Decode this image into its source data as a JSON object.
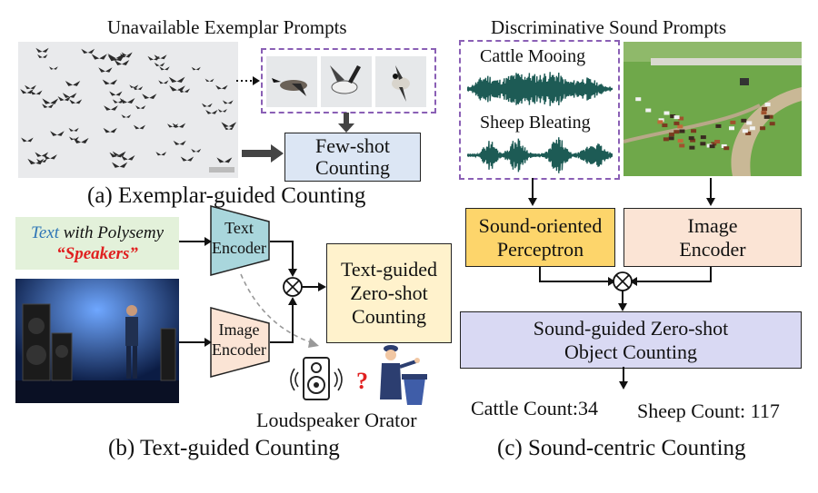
{
  "panel_a": {
    "title": "Unavailable Exemplar Prompts",
    "process_line1": "Few-shot",
    "process_line2": "Counting",
    "caption": "(a) Exemplar-guided Counting"
  },
  "panel_b": {
    "text_prompt_word1": "Text",
    "text_prompt_rest": " with Polysemy",
    "text_prompt_quote": "“Speakers”",
    "text_encoder_line1": "Text",
    "text_encoder_line2": "Encoder",
    "image_encoder_line1": "Image",
    "image_encoder_line2": "Encoder",
    "output_line1": "Text-guided",
    "output_line2": "Zero-shot",
    "output_line3": "Counting",
    "ambiguity_label": "Loudspeaker Orator",
    "caption": "(b) Text-guided Counting"
  },
  "panel_c": {
    "title": "Discriminative Sound Prompts",
    "sound1_label": "Cattle Mooing",
    "sound2_label": "Sheep Bleating",
    "perceptron_line1": "Sound-oriented",
    "perceptron_line2": "Perceptron",
    "image_encoder_line1": "Image",
    "image_encoder_line2": "Encoder",
    "counter_line1": "Sound-guided Zero-shot",
    "counter_line2": "Object Counting",
    "count1": "Cattle Count:34",
    "count2": "Sheep Count: 117",
    "caption": "(c) Sound-centric Counting"
  },
  "colors": {
    "few_shot_fill": "#dce6f4",
    "text_input_fill": "#e3f1da",
    "text_accent_blue": "#2e75b6",
    "text_accent_red": "#e02020",
    "text_encoder_fill": "#a9d6dc",
    "image_encoder_fill": "#fbe4d5",
    "zero_shot_fill": "#fff2cc",
    "perceptron_fill": "#fdd56b",
    "counter_fill": "#d9d9f3",
    "waveform": "#1d5b55",
    "dashed_border": "#8a5fb5"
  },
  "icons": [
    "bird-flock-image",
    "goose-exemplar-image",
    "concert-stage-image",
    "loudspeaker-icon",
    "orator-icon",
    "question-mark-icon",
    "multiply-operator-icon",
    "audio-waveform",
    "pasture-image"
  ]
}
